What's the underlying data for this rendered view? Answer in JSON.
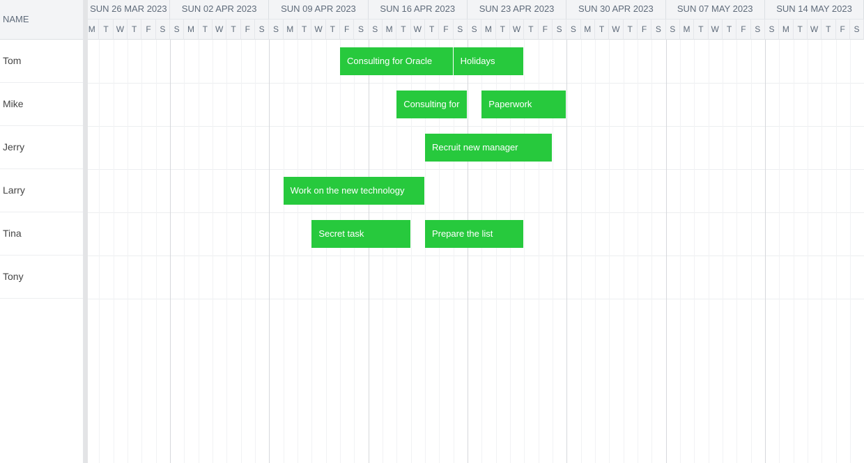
{
  "name_header": "NAME",
  "resources": [
    "Tom",
    "Mike",
    "Jerry",
    "Larry",
    "Tina",
    "Tony"
  ],
  "weeks": [
    "SUN 26 MAR 2023",
    "SUN 02 APR 2023",
    "SUN 09 APR 2023",
    "SUN 16 APR 2023",
    "SUN 23 APR 2023",
    "SUN 30 APR 2023",
    "SUN 07 MAY 2023",
    "SUN 14 MAY 2023"
  ],
  "day_letters": [
    "S",
    "M",
    "T",
    "W",
    "T",
    "F",
    "S"
  ],
  "visible_range": {
    "start": "2023-03-27",
    "end": "2023-05-20"
  },
  "bar_color": "#27c93d",
  "tasks": [
    {
      "resource": 0,
      "name": "Consulting for Oracle",
      "start": "2023-04-14",
      "end": "2023-04-22"
    },
    {
      "resource": 0,
      "name": "Holidays",
      "start": "2023-04-22",
      "end": "2023-04-27"
    },
    {
      "resource": 1,
      "name": "Consulting for",
      "start": "2023-04-18",
      "end": "2023-04-23"
    },
    {
      "resource": 1,
      "name": "Paperwork",
      "start": "2023-04-24",
      "end": "2023-04-30"
    },
    {
      "resource": 2,
      "name": "Recruit new manager",
      "start": "2023-04-20",
      "end": "2023-04-29"
    },
    {
      "resource": 3,
      "name": "Work on the new technology",
      "start": "2023-04-10",
      "end": "2023-04-20"
    },
    {
      "resource": 4,
      "name": "Secret task",
      "start": "2023-04-12",
      "end": "2023-04-19"
    },
    {
      "resource": 4,
      "name": "Prepare the list",
      "start": "2023-04-20",
      "end": "2023-04-27"
    }
  ]
}
